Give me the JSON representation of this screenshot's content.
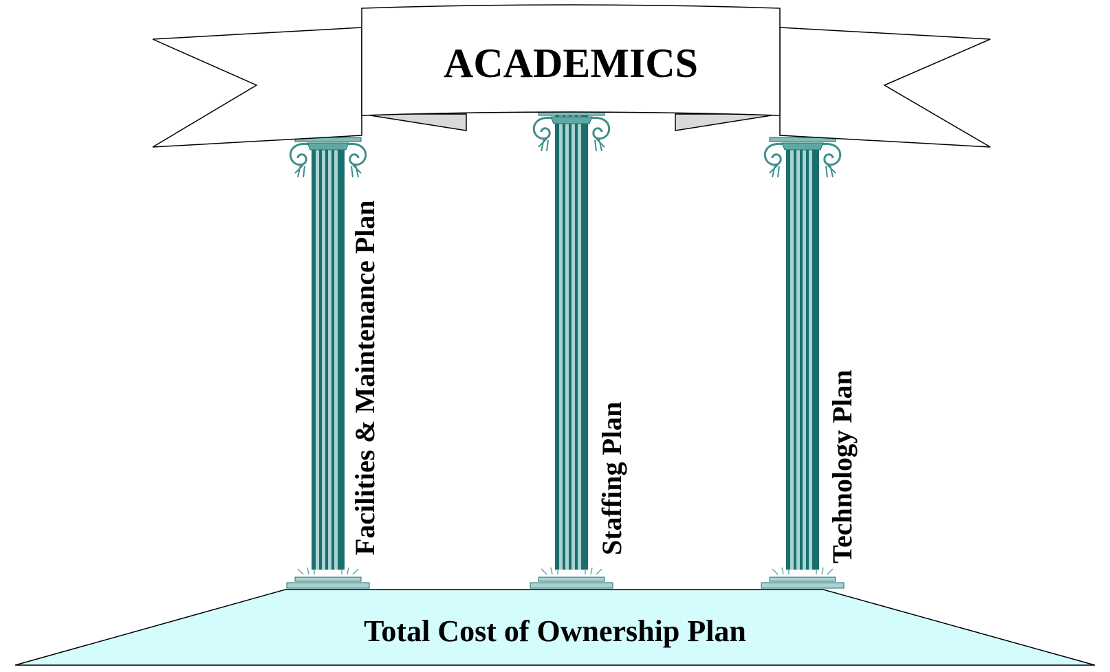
{
  "banner": {
    "title": "ACADEMICS"
  },
  "foundation": {
    "label": "Total Cost of Ownership Plan",
    "fill": "#d4fcfc"
  },
  "pillars": [
    {
      "label": "Facilities & Maintenance Plan"
    },
    {
      "label": "Staffing Plan"
    },
    {
      "label": "Technology Plan"
    }
  ],
  "colors": {
    "column_dark": "#1a6e6e",
    "column_light": "#a9d3d0",
    "column_mid": "#5fa8a4",
    "banner_fill": "#ffffff",
    "banner_fold": "#d9d9d9",
    "stroke": "#000000"
  }
}
